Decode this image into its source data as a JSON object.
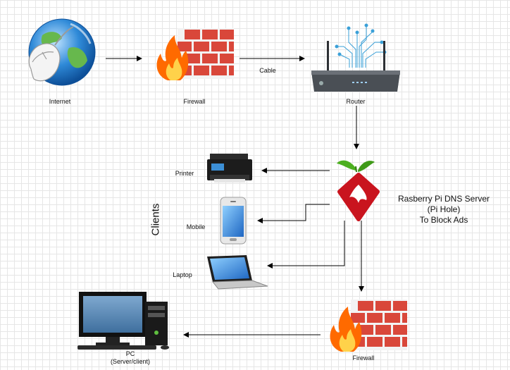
{
  "nodes": {
    "internet": {
      "label": "Internet"
    },
    "firewall_top": {
      "label": "Firewall"
    },
    "router": {
      "label": "Router"
    },
    "printer": {
      "label": "Printer"
    },
    "mobile": {
      "label": "Mobile"
    },
    "laptop": {
      "label": "Laptop"
    },
    "pc": {
      "label_line1": "PC",
      "label_line2": "(Server/client)"
    },
    "firewall_bottom": {
      "label": "Firewall"
    },
    "pihole": {
      "line1": "Rasberry Pi DNS Server",
      "line2": "(Pi Hole)",
      "line3": "To Block Ads"
    }
  },
  "edges": {
    "cable_label": "Cable"
  },
  "group": {
    "clients_label": "Clients"
  },
  "colors": {
    "brick": "#d9473a",
    "mortar": "#f3f3f3",
    "flame_outer": "#ff6a00",
    "flame_inner": "#ffd24a",
    "pihole_red": "#c9141e",
    "leaf_green": "#4caf1f",
    "router_body": "#3b3f44",
    "globe_blue": "#1e78c8",
    "globe_green": "#67b84d"
  }
}
